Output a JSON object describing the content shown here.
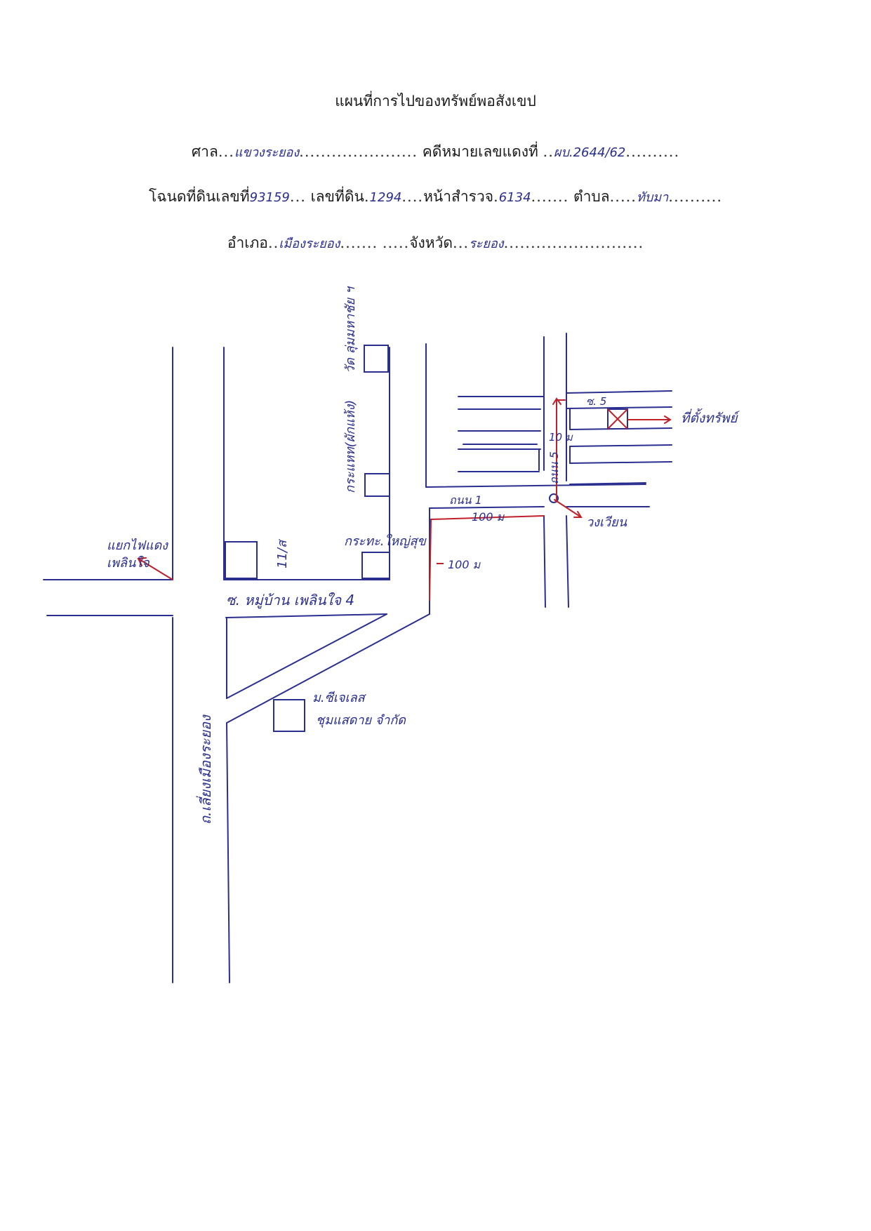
{
  "header": {
    "title": "แผนที่การไปของทรัพย์พอสังเขป",
    "court_label": "ศาล",
    "court_value": "แขวงระยอง",
    "red_case_label": "คดีหมายเลขแดงที่",
    "red_case_value": "ผบ.2644/62",
    "deed_label": "โฉนดที่ดินเลขที่",
    "deed_value": "93159",
    "land_no_label": "เลขที่ดิน",
    "land_no_value": "1294",
    "survey_page_label": "หน้าสำรวจ",
    "survey_page_value": "6134",
    "subdistrict_label": "ตำบล",
    "subdistrict_value": "ทับมา",
    "district_label": "อำเภอ",
    "district_value": "เมืองระยอง",
    "province_label": "จังหวัด",
    "province_value": "ระยอง"
  },
  "map_labels": {
    "temple": "วัด ลุ่มมหาชัย ฯ",
    "shop_dried": "กระแหท(ผักแห้ง)",
    "shop_tk": "กระทะ.ใหญ่สุข",
    "lane_eleven": "11/ส",
    "soi_main": "ซ. หมู่บ้าน เพลินใจ 4",
    "soi_five": "ซ. 5",
    "property": "ที่ตั้งทรัพย์",
    "lane_tnm5": "ถนน 5",
    "ten_m": "10 ม",
    "tnm1": "ถนน 1",
    "dist_100_a": "100 ม",
    "dist_100_b": "100 ม",
    "roundabout": "วงเวียน",
    "traffic_light": "แยกไฟแดง",
    "traffic_light_2": "เพลินใจ",
    "seven_eleven": "ม.ซีเจเลส",
    "seven_eleven_2": "ชุมแสดาย จำกัด",
    "main_road": "ถ.เลี่ยงเมืองระยอง"
  },
  "colors": {
    "ink_blue": "#2a2f8f",
    "ink_red": "#c0202a",
    "print_black": "#1a1a1a"
  }
}
